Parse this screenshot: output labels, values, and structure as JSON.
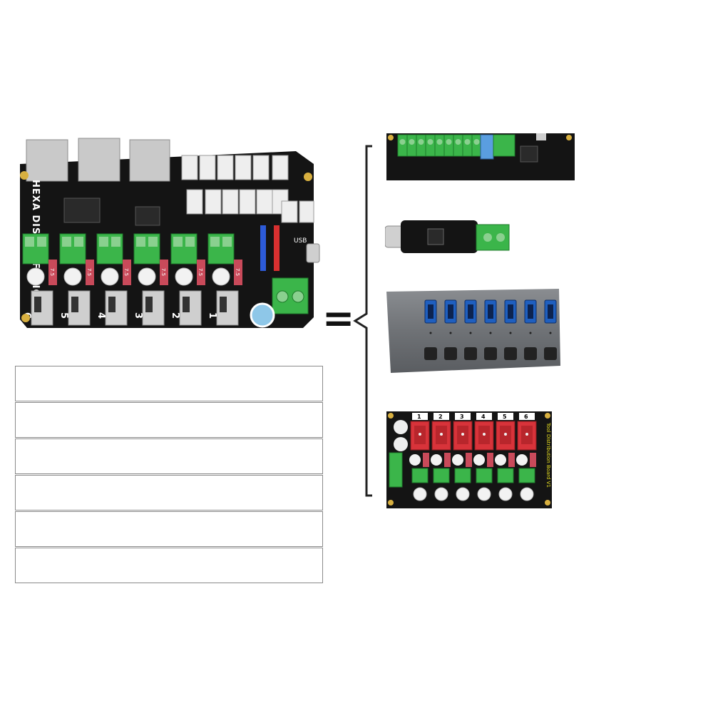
{
  "main_board": {
    "side_label": "HEXA DISTRO FUSION",
    "usb_label": "USB",
    "channel_numbers": [
      "6",
      "5",
      "4",
      "3",
      "2",
      "1"
    ],
    "fuse_label": "7.5"
  },
  "equals_sign": "=",
  "distribution_board": {
    "title": "Tool Distribution Board V1",
    "channel_numbers": [
      "1",
      "2",
      "3",
      "4",
      "5",
      "6"
    ]
  },
  "usb_hub": {
    "port_count": 7
  },
  "colors": {
    "pcb": "#141414",
    "terminal_green": "#3bb54a",
    "fuse_red": "#c94a5a",
    "switch_red": "#d8333a",
    "hub_body": "#6f7276",
    "usb_blue": "#1f5fbf",
    "bracket": "#222222"
  },
  "comparison_rows": [
    "",
    "",
    "",
    "",
    "",
    ""
  ]
}
